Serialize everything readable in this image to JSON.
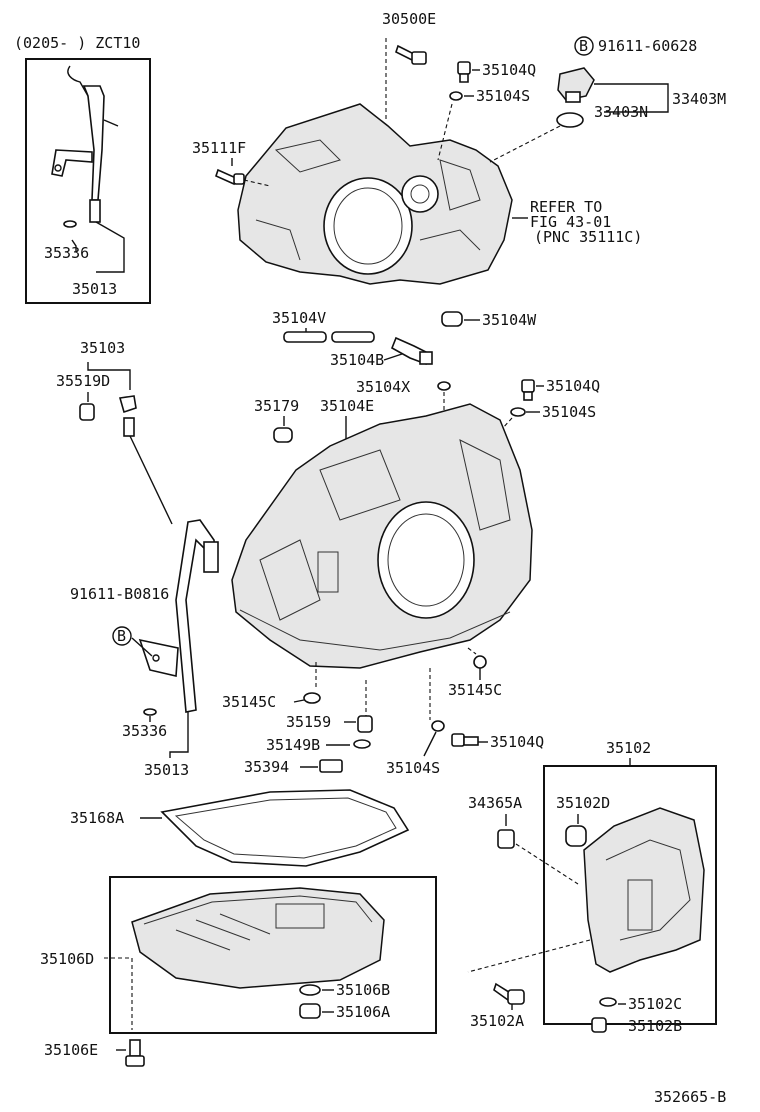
{
  "variant_label": "(0205-     ) ZCT10",
  "refer_note": {
    "line1": "REFER TO",
    "line2": "FIG 43-01",
    "line3": "(PNC 35111C)"
  },
  "callout_b_letter": "B",
  "labels": {
    "p30500E": "30500E",
    "p91611_60628": "91611-60628",
    "p35104Q_top": "35104Q",
    "p35104S_top": "35104S",
    "p33403M": "33403M",
    "p33403N": "33403N",
    "p35111F": "35111F",
    "p35336_box": "35336",
    "p35013_box": "35013",
    "p35104V": "35104V",
    "p35104W": "35104W",
    "p35104B": "35104B",
    "p35103": "35103",
    "p35519D": "35519D",
    "p35104X": "35104X",
    "p35104Q_mid": "35104Q",
    "p35104S_mid": "35104S",
    "p35179": "35179",
    "p35104E": "35104E",
    "p91611_B0816": "91611-B0816",
    "p35145C_left": "35145C",
    "p35145C_right": "35145C",
    "p35159": "35159",
    "p35336": "35336",
    "p35149B": "35149B",
    "p35104Q_low": "35104Q",
    "p35394": "35394",
    "p35104S_low": "35104S",
    "p35013": "35013",
    "p35102": "35102",
    "p35168A": "35168A",
    "p34365A": "34365A",
    "p35102D": "35102D",
    "p35106D": "35106D",
    "p35106B": "35106B",
    "p35106A": "35106A",
    "p35102A": "35102A",
    "p35102C": "35102C",
    "p35102B": "35102B",
    "p35106E": "35106E"
  },
  "figure_number": "352665-B"
}
